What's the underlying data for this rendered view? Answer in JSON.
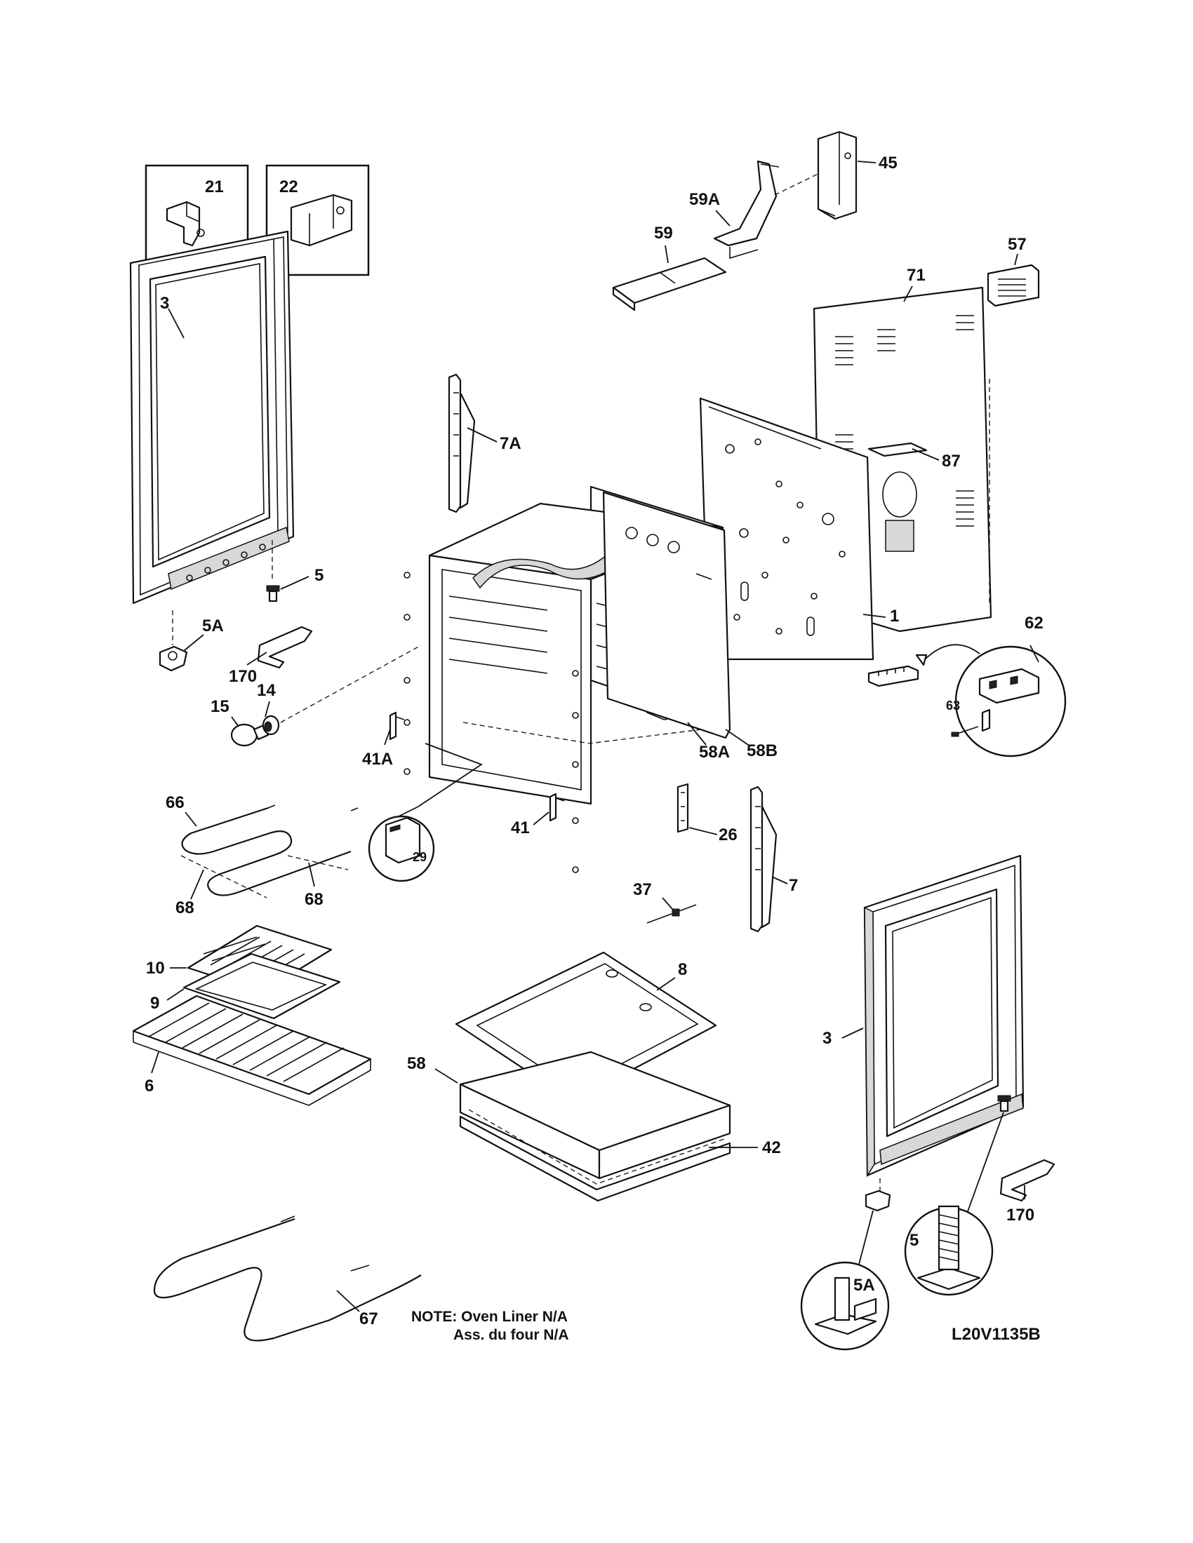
{
  "labels": {
    "p21": "21",
    "p22": "22",
    "p3_left": "3",
    "p5_left": "5",
    "p5a_left": "5A",
    "p170_left": "170",
    "p14": "14",
    "p15": "15",
    "p7a": "7A",
    "p59": "59",
    "p59a": "59A",
    "p45": "45",
    "p57": "57",
    "p71": "71",
    "p87": "87",
    "p1": "1",
    "p62": "62",
    "p63": "63",
    "p58a": "58A",
    "p58b": "58B",
    "p41a": "41A",
    "p41": "41",
    "p29": "29",
    "p26": "26",
    "p7": "7",
    "p37": "37",
    "p66": "66",
    "p68_left": "68",
    "p68_right": "68",
    "p10": "10",
    "p9": "9",
    "p6": "6",
    "p8": "8",
    "p58": "58",
    "p42": "42",
    "p3_right": "3",
    "p170_right": "170",
    "p5_right": "5",
    "p5a_right": "5A",
    "p67": "67"
  },
  "note": {
    "line1": "NOTE: Oven Liner N/A",
    "line2": "Ass. du four N/A"
  },
  "diagram_id": "L20V1135B"
}
